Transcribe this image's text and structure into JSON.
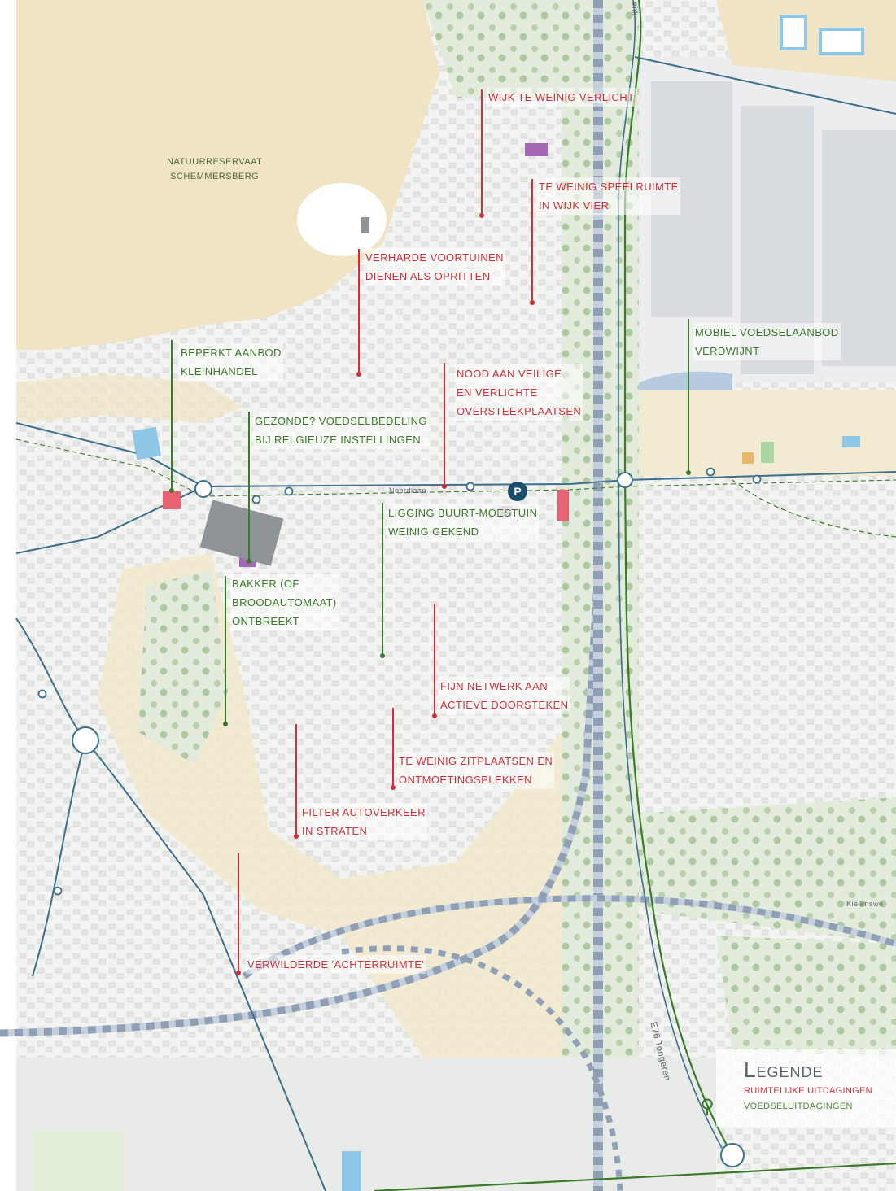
{
  "map": {
    "places": {
      "reserve_line1": "NATUURRESERVAAT",
      "reserve_line2": "SCHEMMERSBERG",
      "noordlaan": "Noordlaan",
      "tongeren": "E76 Tongeren",
      "kielensweg": "Kielenswe",
      "enk": "enk"
    },
    "annotations": [
      {
        "id": "wijk-verlicht",
        "kind": "spatial",
        "lines": [
          "WIJK TE WEINIG VERLICHT"
        ]
      },
      {
        "id": "speelruimte",
        "kind": "spatial",
        "lines": [
          "TE WEINIG SPEELRUIMTE",
          "IN WIJK VIER"
        ]
      },
      {
        "id": "voortuinen",
        "kind": "spatial",
        "lines": [
          "VERHARDE VOORTUINEN",
          "DIENEN ALS OPRITTEN"
        ]
      },
      {
        "id": "voedselaanbod",
        "kind": "food",
        "lines": [
          "MOBIEL VOEDSELAANBOD",
          "VERDWIJNT"
        ]
      },
      {
        "id": "kleinhandel",
        "kind": "food",
        "lines": [
          "BEPERKT AANBOD",
          "KLEINHANDEL"
        ]
      },
      {
        "id": "oversteek",
        "kind": "spatial",
        "lines": [
          "NOOD AAN VEILIGE",
          "EN VERLICHTE",
          "OVERSTEEKPLAATSEN"
        ]
      },
      {
        "id": "voedselbedeling",
        "kind": "food",
        "lines": [
          "GEZONDE? VOEDSELBEDELING",
          "BIJ RELGIEUZE INSTELLINGEN"
        ]
      },
      {
        "id": "moestuin",
        "kind": "food",
        "lines": [
          "LIGGING BUURT-MOESTUIN",
          "WEINIG GEKEND"
        ]
      },
      {
        "id": "bakker",
        "kind": "food",
        "lines": [
          "BAKKER (OF",
          "BROODAUTOMAAT)",
          "ONTBREEKT"
        ]
      },
      {
        "id": "doorsteken",
        "kind": "spatial",
        "lines": [
          "FIJN NETWERK AAN",
          "ACTIEVE DOORSTEKEN"
        ]
      },
      {
        "id": "zitplaatsen",
        "kind": "spatial",
        "lines": [
          "TE WEINIG ZITPLAATSEN EN",
          "ONTMOETINGSPLEKKEN"
        ]
      },
      {
        "id": "autoverkeer",
        "kind": "spatial",
        "lines": [
          "FILTER AUTOVERKEER",
          "IN STRATEN"
        ]
      },
      {
        "id": "achterruimte",
        "kind": "spatial",
        "lines": [
          "VERWILDERDE 'ACHTERRUIMTE'"
        ]
      }
    ],
    "legend": {
      "title": "Legende",
      "spatial_label": "RUIMTELIJKE UITDAGINGEN",
      "food_label": "VOEDSELUITDAGINGEN"
    },
    "colors": {
      "spatial": "#d32f3a",
      "food": "#3b7a2a",
      "sand": "#f1e4c4",
      "green": "#d3e3c8",
      "road": "#3d6e8c",
      "rail": "#9aa9bd"
    }
  }
}
